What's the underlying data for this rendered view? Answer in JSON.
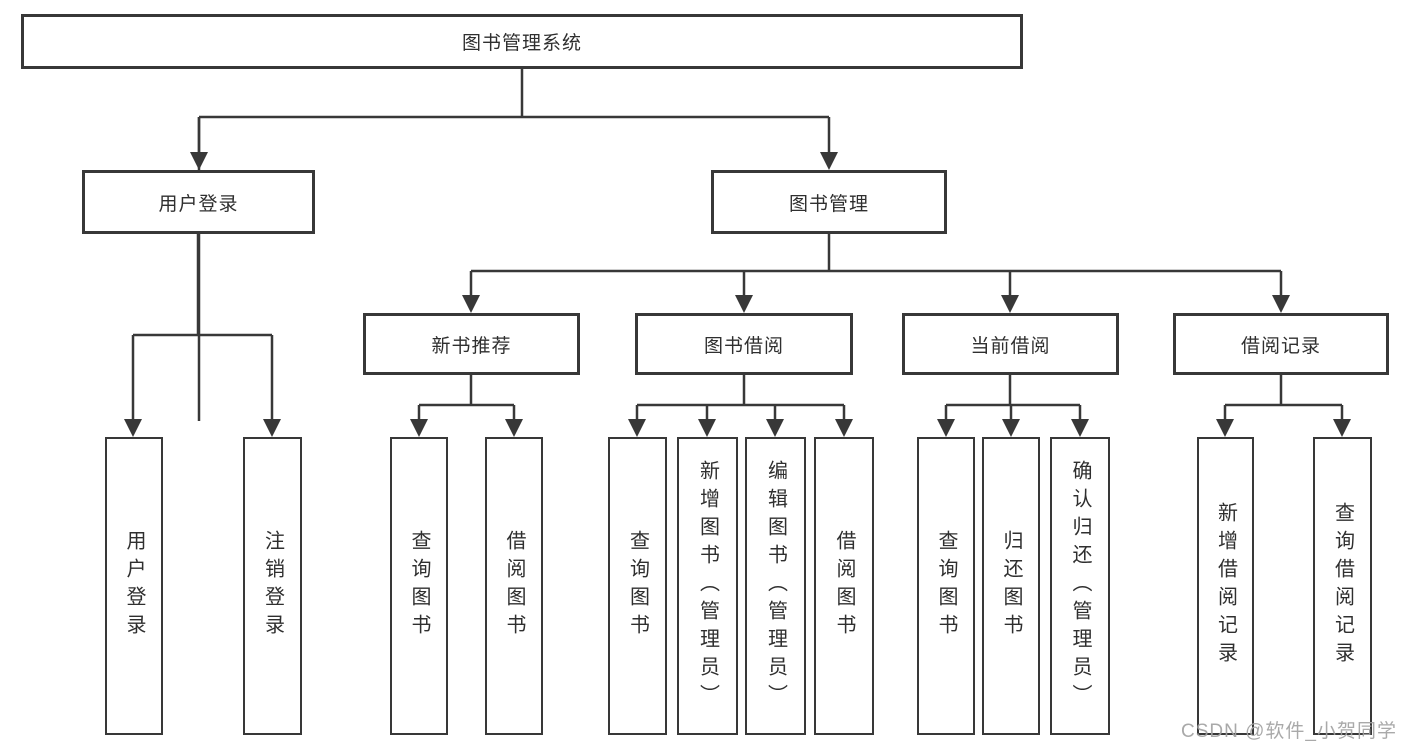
{
  "tree": {
    "label": "图书管理系统",
    "children": [
      {
        "label": "用户登录",
        "children": [
          {
            "label": "用户登录"
          },
          {
            "label": "注销登录"
          }
        ]
      },
      {
        "label": "图书管理",
        "children": [
          {
            "label": "新书推荐",
            "children": [
              {
                "label": "查询图书"
              },
              {
                "label": "借阅图书"
              }
            ]
          },
          {
            "label": "图书借阅",
            "children": [
              {
                "label": "查询图书"
              },
              {
                "label": "新增图书（管理员）"
              },
              {
                "label": "编辑图书（管理员）"
              },
              {
                "label": "借阅图书"
              }
            ]
          },
          {
            "label": "当前借阅",
            "children": [
              {
                "label": "查询图书"
              },
              {
                "label": "归还图书"
              },
              {
                "label": "确认归还（管理员）"
              }
            ]
          },
          {
            "label": "借阅记录",
            "children": [
              {
                "label": "新增借阅记录"
              },
              {
                "label": "查询借阅记录"
              }
            ]
          }
        ]
      }
    ]
  },
  "watermark": {
    "text": "CSDN @软件_小贺同学",
    "color": "#a2a2a2"
  },
  "colors": {
    "line": "#383838",
    "box_border": "#383838",
    "text": "#2f2f2f",
    "background": "#ffffff"
  }
}
